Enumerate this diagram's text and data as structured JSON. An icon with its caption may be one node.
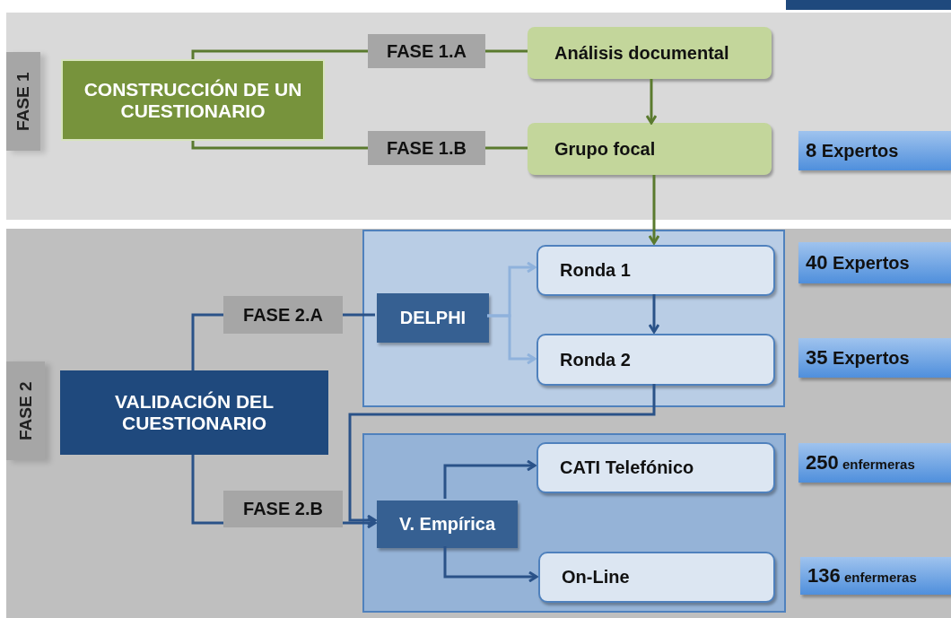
{
  "diagram": {
    "nodes": [
      {
        "text": [
          "FASE 1"
        ]
      },
      {
        "text": [
          "CONSTRUCCIÓN DE UN CUESTIONARIO"
        ],
        "in": 0
      },
      {
        "text": [
          "FASE 1.A"
        ],
        "in": 0
      },
      {
        "text": [
          "Análisis documental"
        ],
        "in": 0
      },
      {
        "text": [
          "FASE 1.B"
        ],
        "in": 0
      },
      {
        "text": [
          "Grupo focal"
        ],
        "in": 0
      },
      {
        "text": [
          "8 Expertos"
        ],
        "in": 0
      },
      {
        "text": [
          "FASE 2"
        ]
      },
      {
        "text": [
          "VALIDACIÓN DEL CUESTIONARIO"
        ],
        "in": 7
      },
      {
        "text": [
          "FASE 2.A"
        ],
        "in": 7
      },
      {
        "text": [],
        "shape": "box",
        "in": 7
      },
      {
        "text": [
          "DELPHI"
        ],
        "in": 10
      },
      {
        "text": [
          "Ronda 1"
        ],
        "in": 10
      },
      {
        "text": [
          "Ronda 2"
        ],
        "in": 10
      },
      {
        "text": [
          "40 Expertos"
        ],
        "in": 7
      },
      {
        "text": [
          "35 Expertos"
        ],
        "in": 7
      },
      {
        "text": [
          "FASE 2.B"
        ],
        "in": 7
      },
      {
        "text": [],
        "shape": "box",
        "in": 7
      },
      {
        "text": [
          "V. Empírica"
        ],
        "in": 17
      },
      {
        "text": [
          "CATI Telefónico"
        ],
        "in": 17
      },
      {
        "text": [
          "On-Line"
        ],
        "in": 17
      },
      {
        "text": [
          "250 enfermeras"
        ],
        "in": 7
      },
      {
        "text": [
          "136 enfermeras"
        ],
        "in": 7
      }
    ],
    "edges": [
      {
        "from": 1,
        "to": 2,
        "arrow": "none",
        "color": "#5a7a2e"
      },
      {
        "from": 2,
        "to": 3,
        "arrow": "none",
        "color": "#5a7a2e"
      },
      {
        "from": 1,
        "to": 4,
        "arrow": "none",
        "color": "#5a7a2e"
      },
      {
        "from": 4,
        "to": 5,
        "arrow": "none",
        "color": "#5a7a2e"
      },
      {
        "from": 3,
        "to": 5,
        "arrow": "to",
        "color": "#5a7a2e"
      },
      {
        "from": 5,
        "to": 12,
        "arrow": "to",
        "color": "#5a7a2e"
      },
      {
        "from": 8,
        "to": 9,
        "arrow": "none"
      },
      {
        "from": 9,
        "to": 11,
        "arrow": "none"
      },
      {
        "from": 11,
        "to": 12,
        "arrow": "to",
        "color": "#8fb2dc"
      },
      {
        "from": 11,
        "to": 13,
        "arrow": "to",
        "color": "#8fb2dc"
      },
      {
        "from": 12,
        "to": 13,
        "arrow": "to"
      },
      {
        "from": 13,
        "to": 18,
        "arrow": "to"
      },
      {
        "from": 8,
        "to": 16,
        "arrow": "none"
      },
      {
        "from": 16,
        "to": 18,
        "arrow": "to"
      },
      {
        "from": 18,
        "to": 19,
        "arrow": "to"
      },
      {
        "from": 18,
        "to": 20,
        "arrow": "to"
      }
    ]
  }
}
